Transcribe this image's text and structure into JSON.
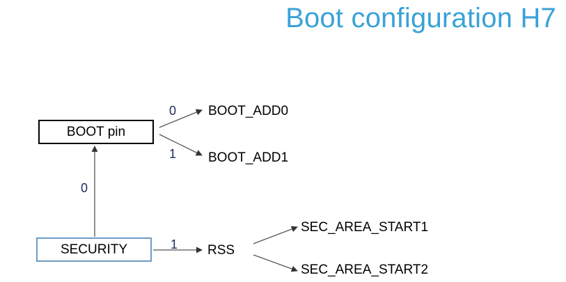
{
  "title": "Boot configuration H7",
  "nodes": {
    "boot_pin": "BOOT pin",
    "security": "SECURITY",
    "boot_add0": "BOOT_ADD0",
    "boot_add1": "BOOT_ADD1",
    "rss": "RSS",
    "sec_area_start1": "SEC_AREA_START1",
    "sec_area_start2": "SEC_AREA_START2"
  },
  "edge_labels": {
    "boot_to_add0": "0",
    "boot_to_add1": "1",
    "security_to_boot": "0",
    "security_to_rss": "1"
  },
  "colors": {
    "title": "#3aa2d8",
    "security_border": "#6e9bc5",
    "edge_label": "#1f2a5e"
  }
}
